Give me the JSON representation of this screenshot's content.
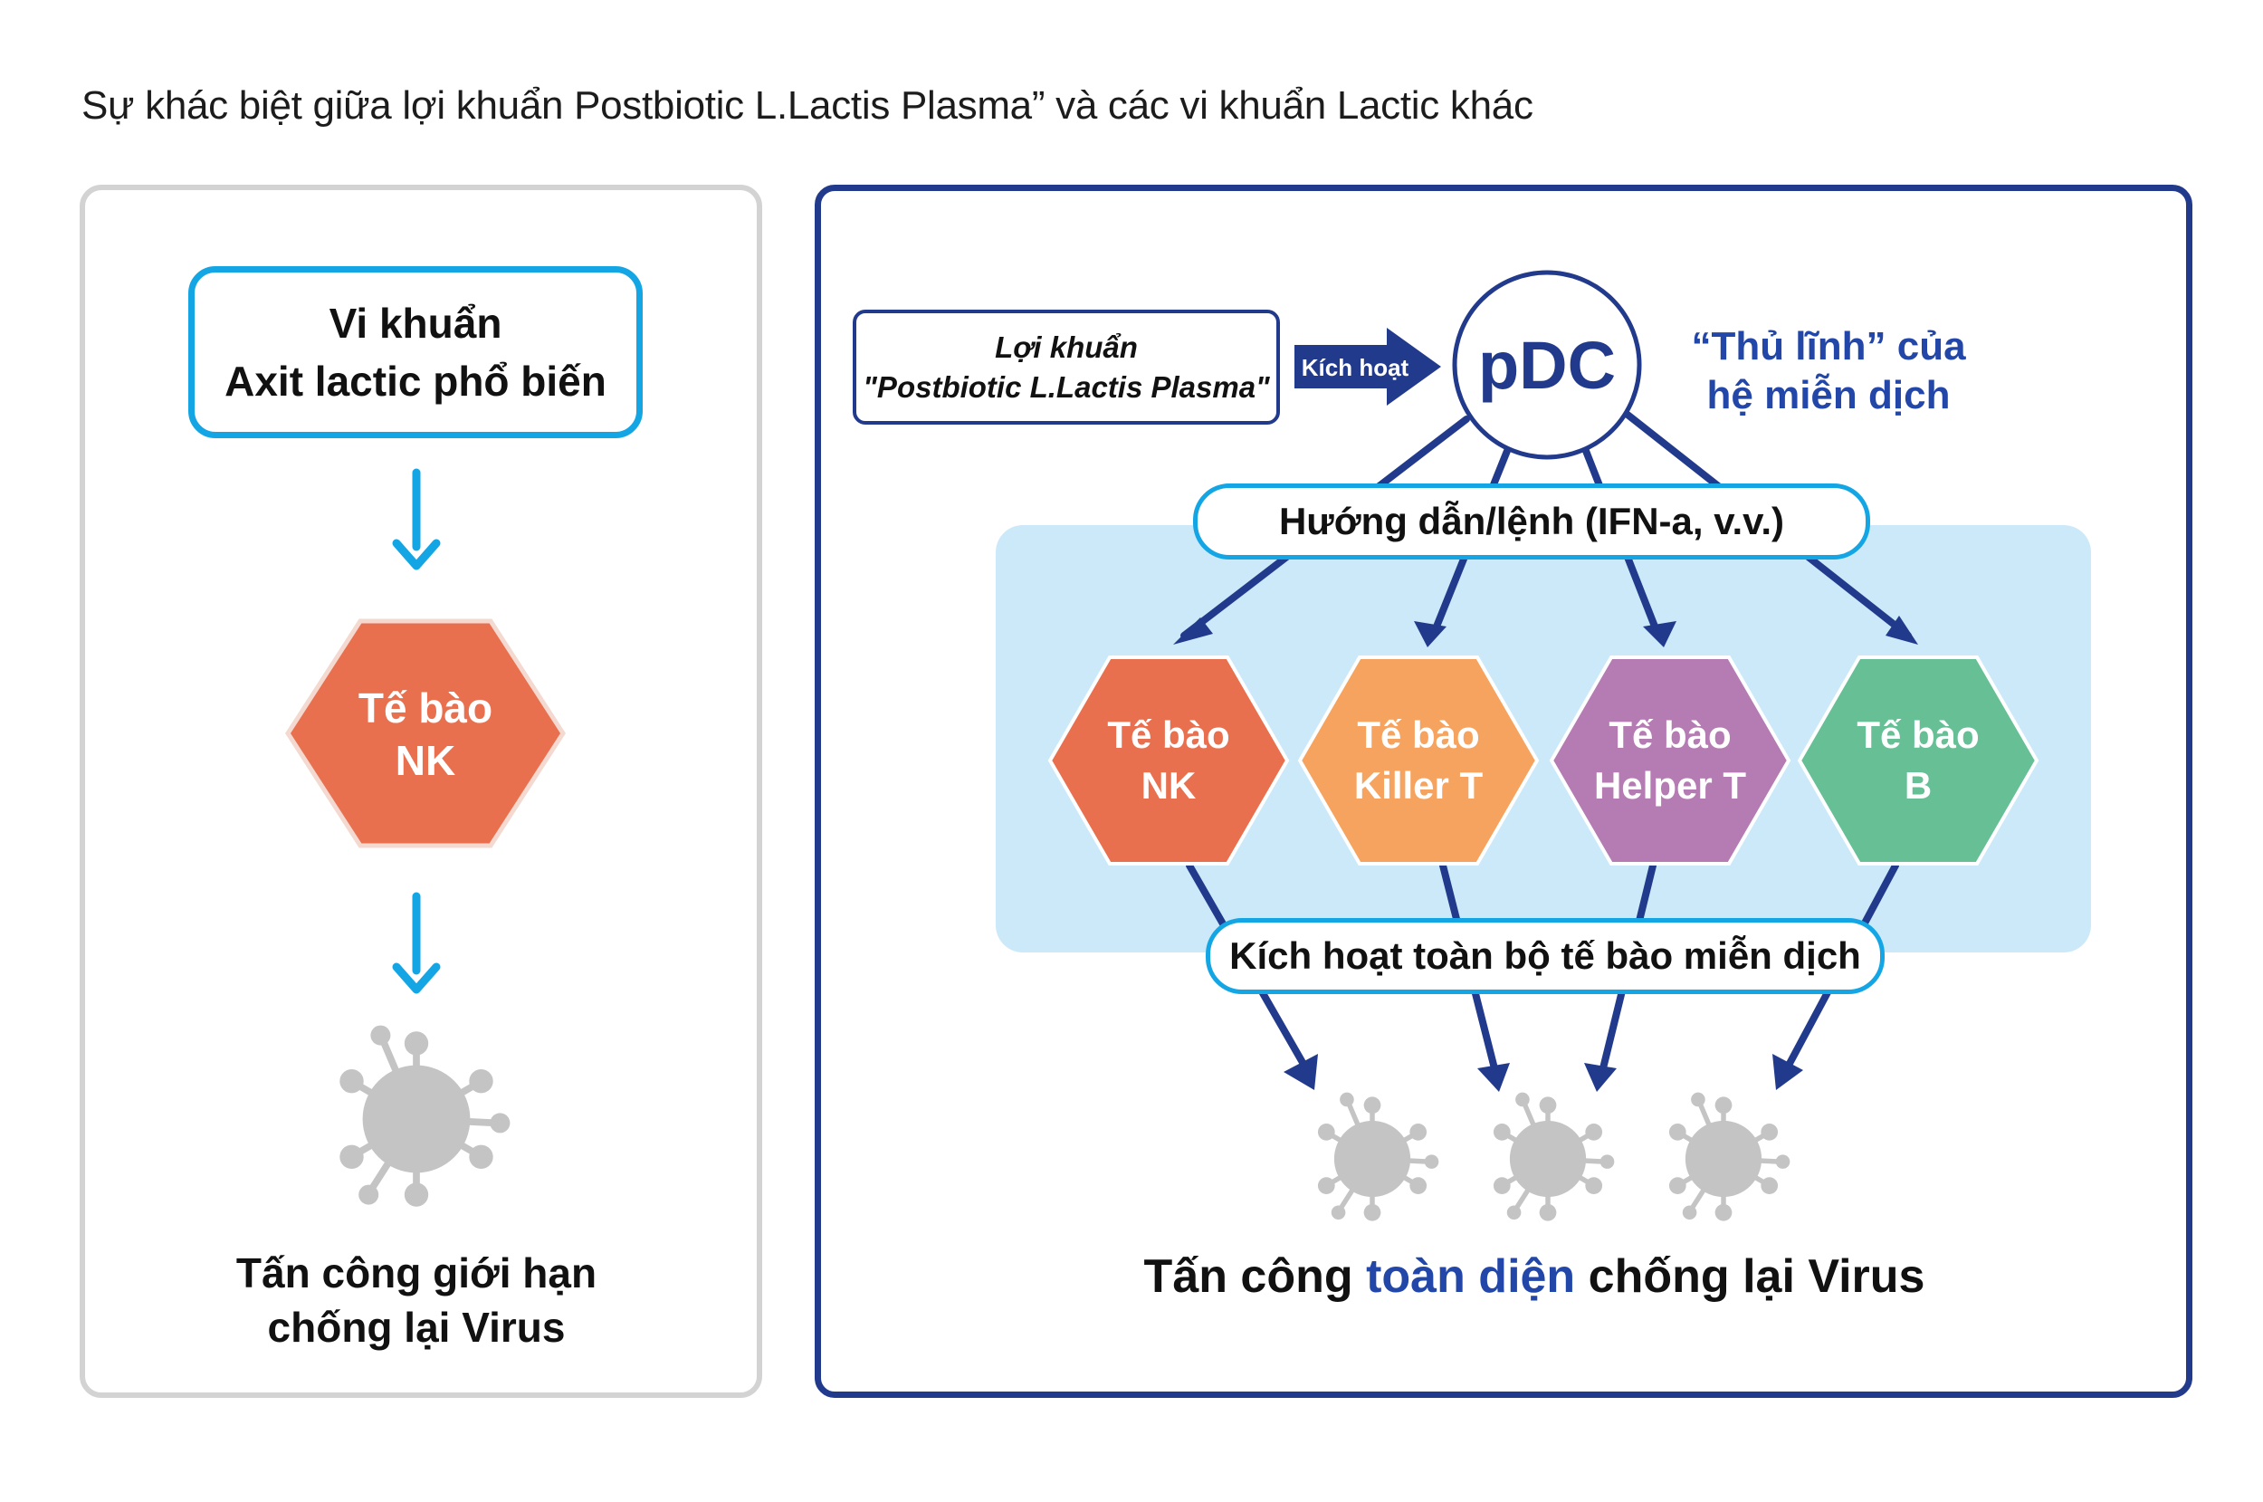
{
  "title": "Sự khác biệt giữa lợi khuẩn Postbiotic L.Lactis Plasma” và các vi khuẩn Lactic khác",
  "left_panel": {
    "box_line1": "Vi khuẩn",
    "box_line2": "Axit lactic phổ biến",
    "cell_line1": "Tế bào",
    "cell_line2": "NK",
    "caption_line1": "Tấn công giới hạn",
    "caption_line2": "chống lại Virus"
  },
  "right_panel": {
    "plasma_line1": "Lợi khuẩn",
    "plasma_line2": "\"Postbiotic L.Lactis Plasma\"",
    "activate_label": "Kích hoạt",
    "pdc_label": "pDC",
    "leader_line1": "“Thủ lĩnh” của",
    "leader_line2": "hệ miễn dịch",
    "guide_label": "Hướng dẫn/lệnh (IFN-a, v.v.)",
    "cells": [
      {
        "line1": "Tế bào",
        "line2": "NK",
        "color": "#e8704f"
      },
      {
        "line1": "Tế bào",
        "line2": "Killer T",
        "color": "#f5a35e"
      },
      {
        "line1": "Tế bào",
        "line2": "Helper T",
        "color": "#b57bb3"
      },
      {
        "line1": "Tế bào",
        "line2": "B",
        "color": "#66bf95"
      }
    ],
    "activate_all_label": "Kích hoạt toàn bộ tế bào miễn dịch",
    "caption_part1": "Tấn công ",
    "caption_highlight": "toàn diện",
    "caption_part2": " chống lại Virus"
  },
  "colors": {
    "navy": "#223a8c",
    "cyan": "#14a6e4",
    "light_blue_area": "#cce9f9",
    "virus_gray": "#c4c4c4"
  }
}
